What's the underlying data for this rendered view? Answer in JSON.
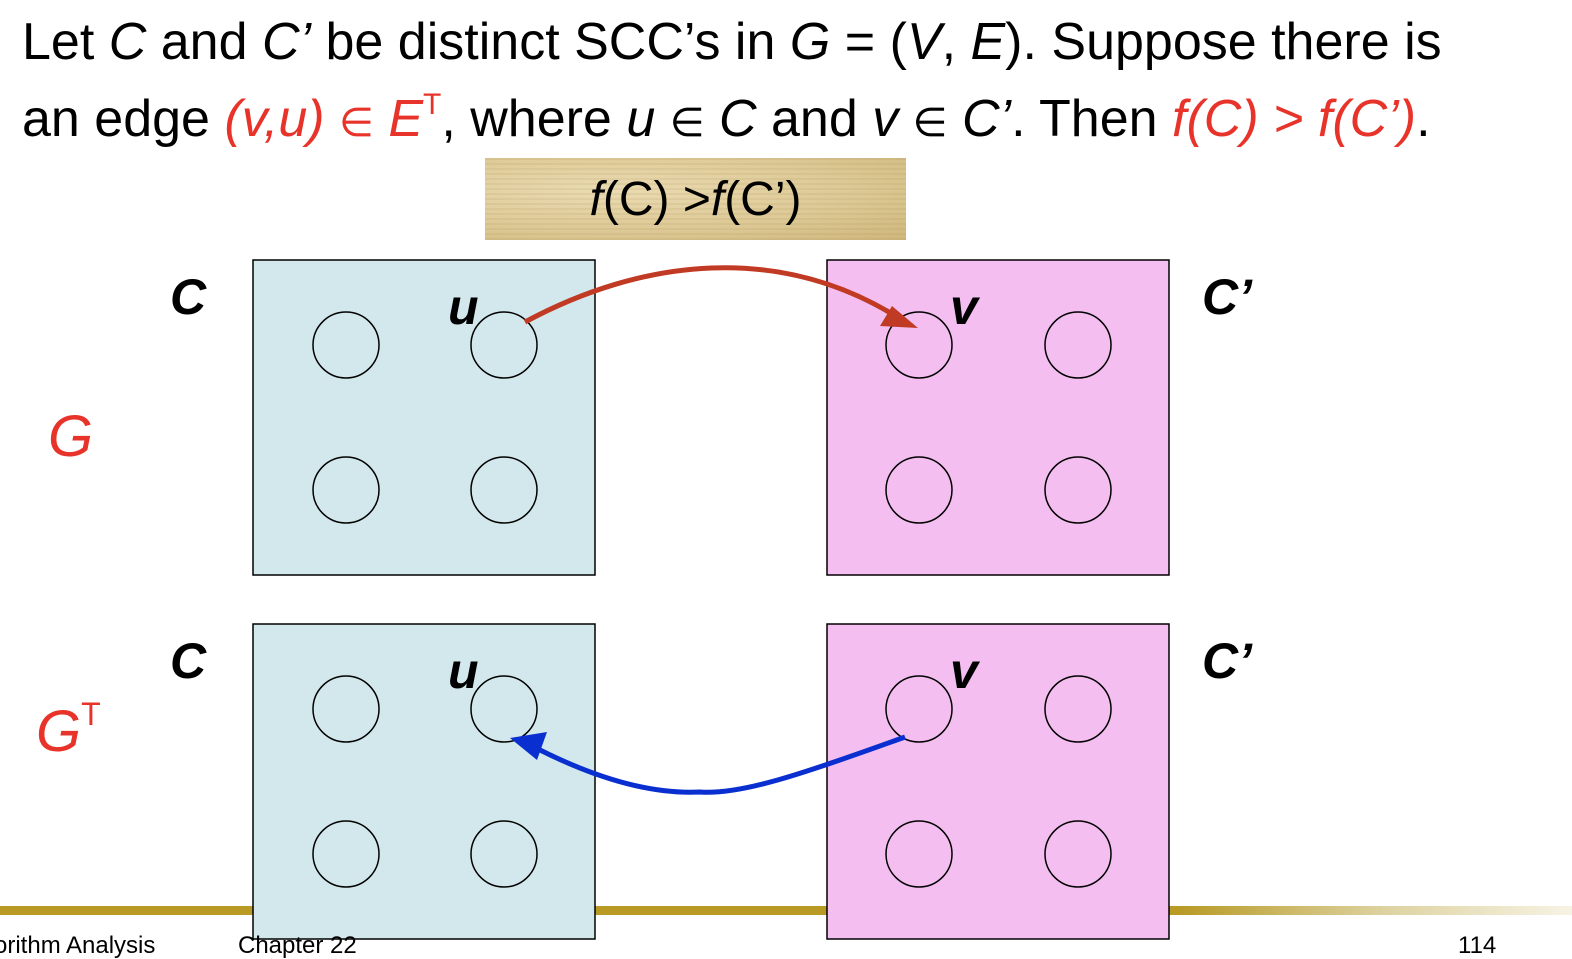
{
  "statement": {
    "line1": {
      "t1": "Let ",
      "C": "C",
      "t2": " and ",
      "Cp": "C’",
      "t3": " be distinct SCC’s in ",
      "G": "G",
      "t4": " = (",
      "V": "V",
      "t5": ", ",
      "E": "E",
      "t6": "). Suppose there is"
    },
    "line2": {
      "t1": "an edge ",
      "edge": "(v,u)",
      "in1": "∈",
      "ET": "E",
      "ETsup": "T",
      "t2": ", where ",
      "u": "u",
      "in2": "∈",
      "C": "C",
      "t3": " and ",
      "v": "v",
      "in3": "∈",
      "Cp": "C’",
      "t4": ". Then ",
      "concl": "f(C) > f(C’)",
      "t5": "."
    }
  },
  "banner": {
    "f1": "f",
    "c1": "(C) > ",
    "f2": "f",
    "c2": "(C’)"
  },
  "diagram": {
    "colors": {
      "scc_c": "#d3e8ec",
      "scc_cprime": "#f4bff0",
      "edge_g": "#c13a24",
      "edge_gt": "#0a2fd0",
      "graph_label": "#e8332a"
    },
    "top_row": {
      "graph_label": "G",
      "scc_left": "C",
      "scc_right": "C’",
      "vertex_u": "u",
      "vertex_v": "v",
      "edge": {
        "from": "u",
        "to": "v",
        "direction": "C to C’"
      }
    },
    "bottom_row": {
      "graph_label": "G",
      "graph_label_sup": "T",
      "scc_left": "C",
      "scc_right": "C’",
      "vertex_u": "u",
      "vertex_v": "v",
      "edge": {
        "from": "v",
        "to": "u",
        "direction": "C’ to C"
      }
    },
    "vertices_per_scc": 4
  },
  "footer": {
    "course": "orithm Analysis",
    "chapter": "Chapter 22",
    "page": "114"
  }
}
